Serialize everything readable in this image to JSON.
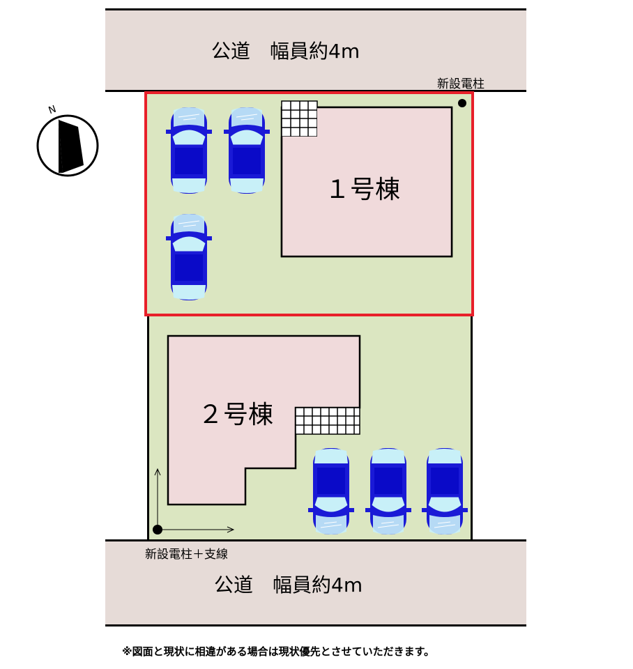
{
  "roads": {
    "top_label": "公道　幅員約4m",
    "bottom_label": "公道　幅員約4m"
  },
  "poles": {
    "top_label": "新設電柱",
    "bottom_label": "新設電柱＋支線"
  },
  "buildings": {
    "house1": "１号棟",
    "house2": "２号棟"
  },
  "compass": {
    "north": "N"
  },
  "note": "※図面と現状に相違がある場合は現状優先とさせていただきます。",
  "colors": {
    "road": "#e6dbd7",
    "lot": "#dbe6c1",
    "house": "#f0dadb",
    "highlight": "#e8202a",
    "car": "#1a1ad6"
  }
}
